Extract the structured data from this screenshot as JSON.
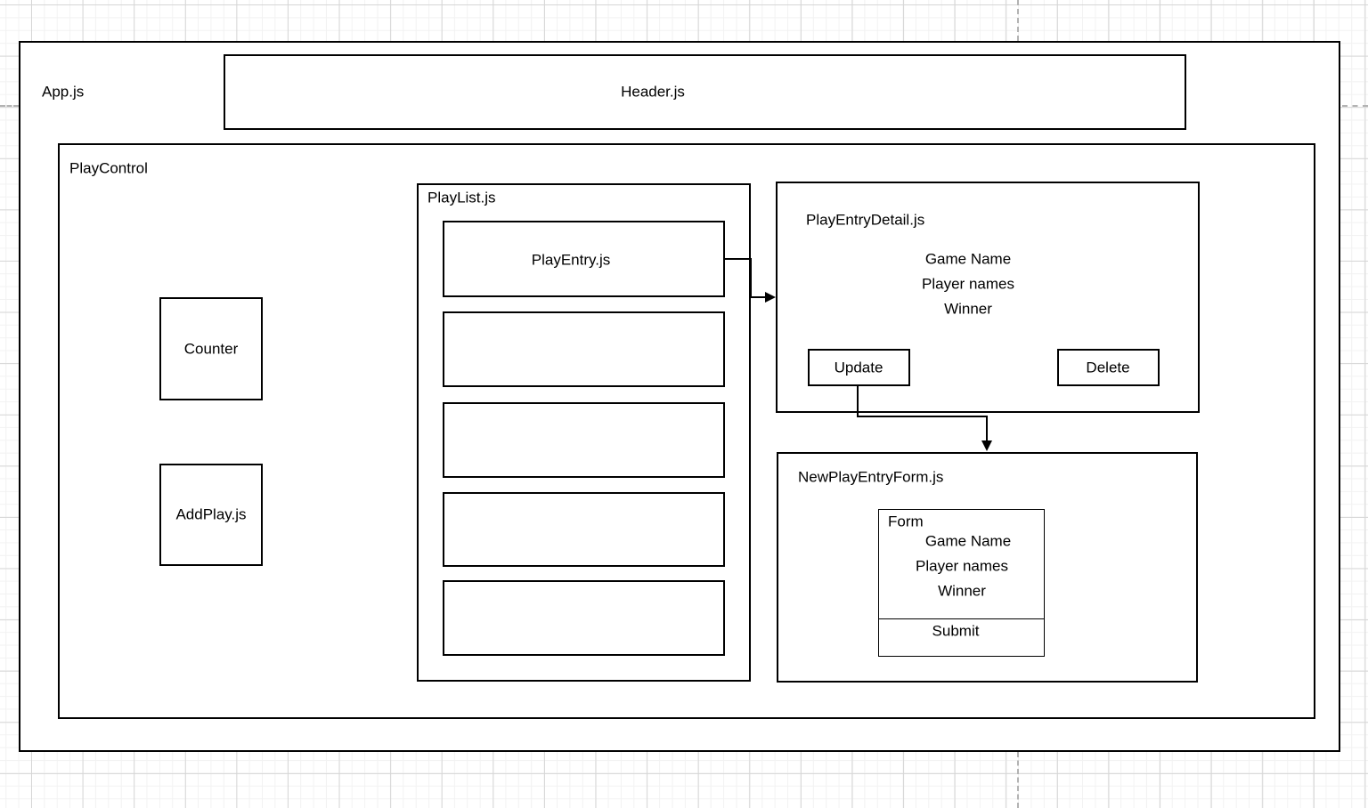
{
  "diagram": {
    "app": {
      "label": "App.js"
    },
    "header": {
      "label": "Header.js"
    },
    "play_control": {
      "label": "PlayControl"
    },
    "counter": {
      "label": "Counter"
    },
    "add_play": {
      "label": "AddPlay.js"
    },
    "play_list": {
      "label": "PlayList.js",
      "entry": {
        "label": "PlayEntry.js"
      },
      "empty_row_count": 4
    },
    "play_entry_detail": {
      "label": "PlayEntryDetail.js",
      "fields": [
        "Game Name",
        "Player names",
        "Winner"
      ],
      "update_button": "Update",
      "delete_button": "Delete"
    },
    "new_play_entry_form": {
      "label": "NewPlayEntryForm.js",
      "form": {
        "label": "Form",
        "fields": [
          "Game Name",
          "Player names",
          "Winner"
        ],
        "submit_button": "Submit"
      }
    },
    "colors": {
      "stroke": "#000000",
      "fill": "#ffffff",
      "guide": "#b3b3b3"
    }
  }
}
